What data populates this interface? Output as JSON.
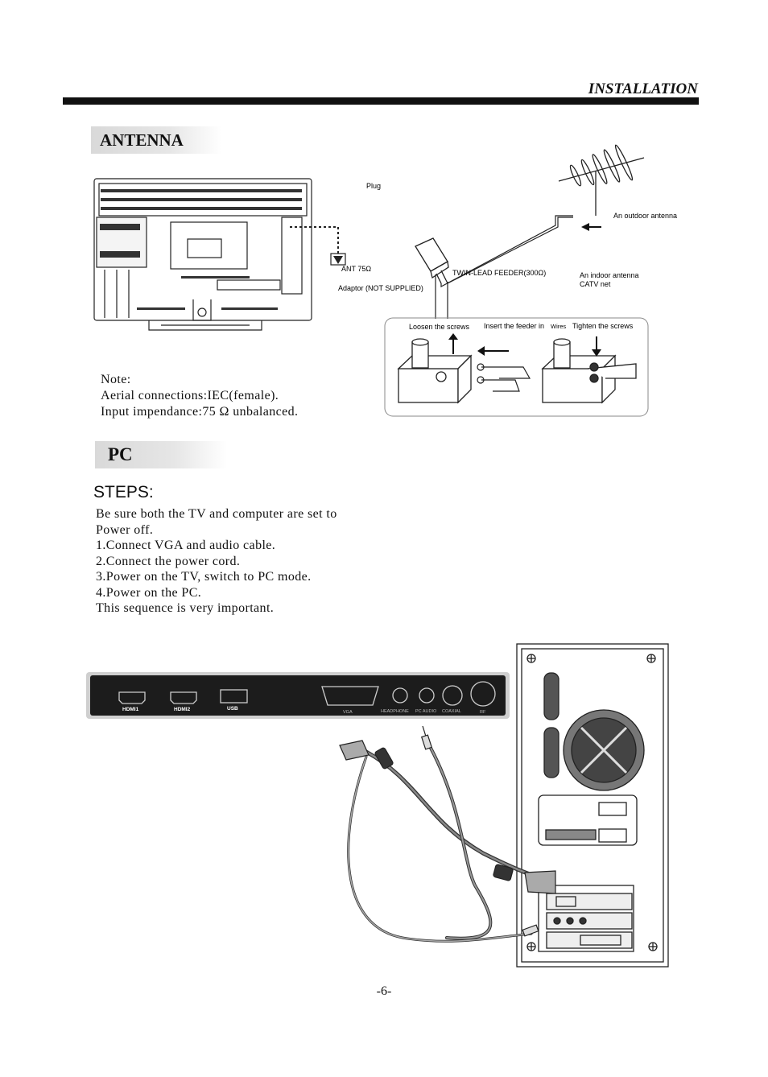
{
  "header": {
    "title": "INSTALLATION"
  },
  "antenna": {
    "section_title": "ANTENNA",
    "labels": {
      "plug": "Plug",
      "outdoor": "An outdoor antenna",
      "ant": "ANT 75Ω",
      "feeder": "TWIN-LEAD FEEDER(300Ω)",
      "indoor_1": "An indoor antenna",
      "indoor_2": "CATV net",
      "adaptor": "Adaptor  (NOT SUPPLIED)",
      "loosen": "Loosen the screws",
      "insert": "Insert the feeder in",
      "wires": "Wires",
      "tighten": "Tighten the screws"
    },
    "note": [
      "Note:",
      "Aerial connections:IEC(female).",
      "Input impendance:75 Ω  unbalanced."
    ]
  },
  "pc": {
    "section_title": "PC",
    "steps_title": "STEPS:",
    "steps": [
      "Be sure both the TV and computer are set to",
      "Power off.",
      "1.Connect VGA  and audio cable.",
      "2.Connect the power cord.",
      "3.Power on the TV, switch  to PC mode.",
      "4.Power on the PC.",
      "This sequence is very important."
    ],
    "panel_ports": {
      "hdmi1": "HDMI1",
      "hdmi2": "HDMI2",
      "usb": "USB",
      "vga": "VGA",
      "headphone": "HEADPHONE",
      "pc_audio": "PC AUDIO",
      "coaxial": "COAXIAL",
      "rf": "RF"
    }
  },
  "footer": {
    "page_number": "-6-"
  }
}
